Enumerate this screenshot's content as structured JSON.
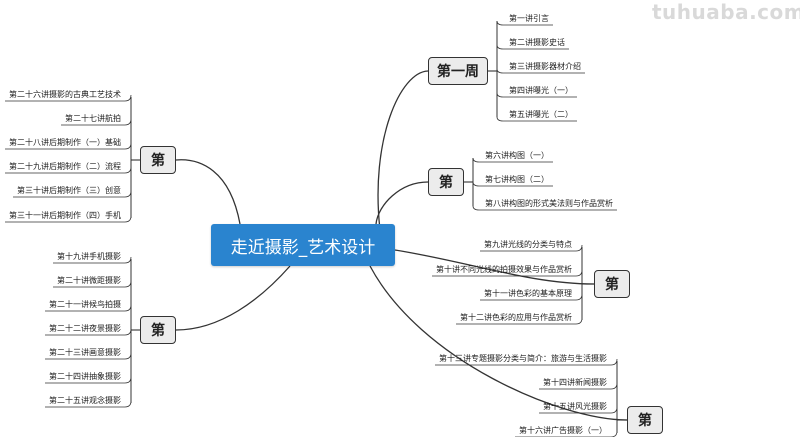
{
  "watermark": "tuhuaba.com",
  "central_topic": "走近摄影_艺术设计",
  "branches": [
    {
      "label": "第一周",
      "items": [
        "第一讲引言",
        "第二讲摄影史话",
        "第三讲摄影器材介绍",
        "第四讲曝光（一）",
        "第五讲曝光（二）"
      ]
    },
    {
      "label": "第",
      "items": [
        "第六讲构图（一）",
        "第七讲构图（二）",
        "第八讲构图的形式美法则与作品赏析"
      ]
    },
    {
      "label": "第",
      "items": [
        "第九讲光线的分类与特点",
        "第十讲不同光线的拍摄效果与作品赏析",
        "第十一讲色彩的基本原理",
        "第十二讲色彩的应用与作品赏析"
      ]
    },
    {
      "label": "第",
      "items": [
        "第十三讲专题摄影分类与简介：旅游与生活摄影",
        "第十四讲新闻摄影",
        "第十五讲风光摄影",
        "第十六讲广告摄影（一）"
      ]
    },
    {
      "label": "第",
      "items": [
        "第十九讲手机摄影",
        "第二十讲微距摄影",
        "第二十一讲候鸟拍摄",
        "第二十二讲夜景摄影",
        "第二十三讲画意摄影",
        "第二十四讲抽象摄影",
        "第二十五讲观念摄影"
      ]
    },
    {
      "label": "第",
      "items": [
        "第二十六讲摄影的古典工艺技术",
        "第二十七讲航拍",
        "第二十八讲后期制作（一）基础",
        "第二十九讲后期制作（二）流程",
        "第三十讲后期制作（三）创意",
        "第三十一讲后期制作（四）手机"
      ]
    }
  ]
}
